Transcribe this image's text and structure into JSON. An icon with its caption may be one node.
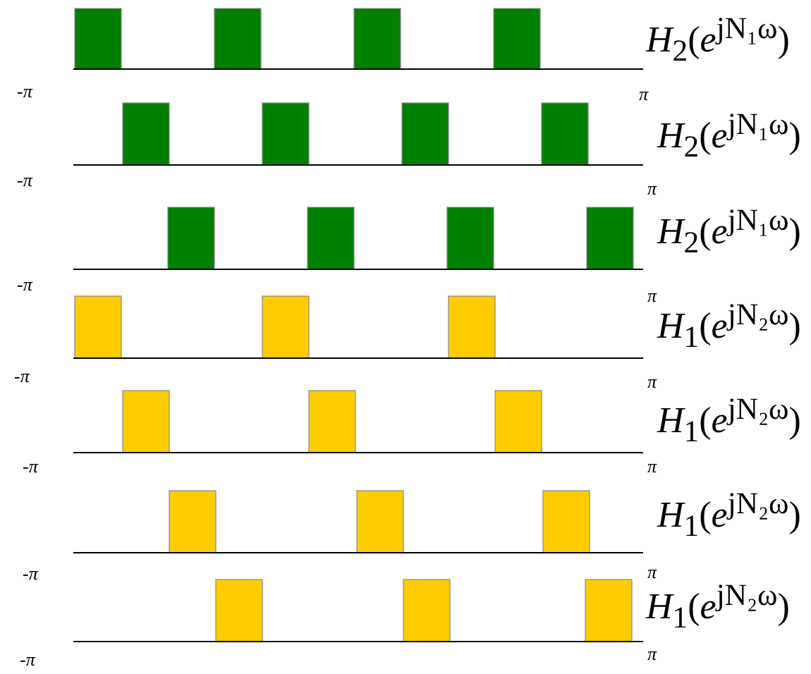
{
  "diagram": {
    "labels": [
      "*H*$_{2}$(*e*$^{jN₁ω}$)",
      "-π",
      "π",
      "*H*$_{2}$(*e*$^{jN₁ω}$)",
      "-π",
      "π",
      "*H*$_{2}$(*e*$^{jN₁ω}$)",
      "-π",
      "π",
      "*H*$_{1}$(*e*$^{jN₂ω}$)",
      "-π",
      "π",
      "*H*$_{1}$(*e*$^{jN₂ω}$)",
      "-π",
      "π",
      "*H*$_{1}$(*e*$^{jN₂ω}$)",
      "-π",
      "π",
      "*H*$_{1}$(*e*$^{jN₂ω}$)",
      "-π",
      "π"
    ]
  }
}
